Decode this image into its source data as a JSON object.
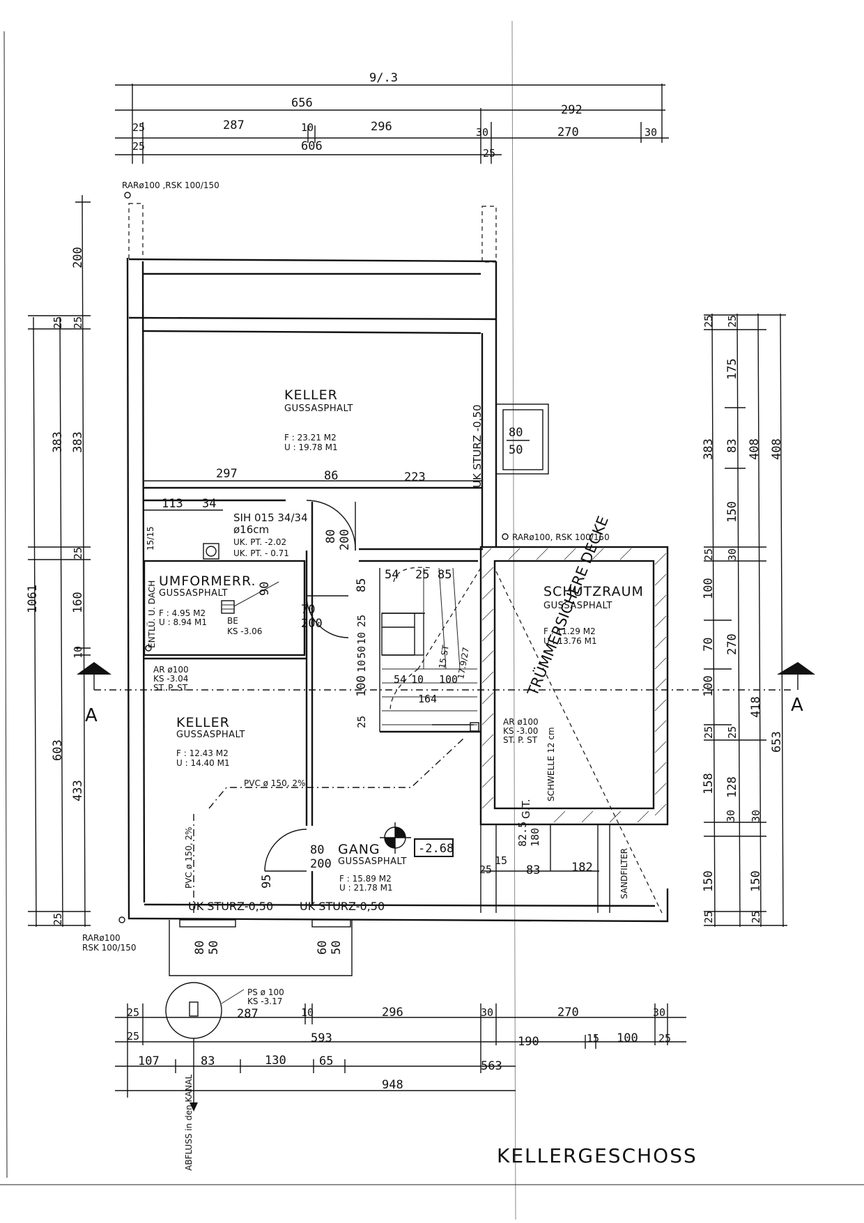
{
  "top_dims": {
    "row1": "9/.3",
    "row2": [
      "656",
      "292"
    ],
    "row3": [
      "25",
      "287",
      "10",
      "296",
      "30",
      "270",
      "30"
    ],
    "row4": [
      "25",
      "606",
      "25"
    ]
  },
  "bottom_dims": {
    "row1": [
      "25",
      "287",
      "10",
      "296",
      "30",
      "270",
      "30"
    ],
    "row2": [
      "25",
      "593",
      "190",
      "15",
      "100",
      "25"
    ],
    "row3": [
      "107",
      "83",
      "130",
      "65",
      "563"
    ],
    "row4": "948"
  },
  "left_dims": {
    "outer": "1061",
    "mid": [
      "25",
      "383",
      "603"
    ],
    "inner": [
      "200",
      "25",
      "383",
      "25",
      "160",
      "10",
      "433",
      "25"
    ]
  },
  "right_dims": {
    "col1": [
      "25",
      "175",
      "83",
      "150",
      "25",
      "100",
      "70",
      "100",
      "25",
      "158",
      "30",
      "150",
      "25"
    ],
    "col1_large": "383",
    "col2": [
      "25",
      "408",
      "30",
      "270",
      "25",
      "128",
      "30",
      "150",
      "25"
    ],
    "col3": [
      "408",
      "418",
      "653"
    ]
  },
  "rooms": {
    "keller_top": {
      "name": "KELLER",
      "floor": "GUSSASPHALT",
      "f": "F : 23.21 M2",
      "u": "U : 19.78 M1"
    },
    "umformer": {
      "name": "UMFORMERR.",
      "floor": "GUSSASPHALT",
      "f": "F : 4.95 M2",
      "u": "U : 8.94 M1"
    },
    "keller_left": {
      "name": "KELLER",
      "floor": "GUSSASPHALT",
      "f": "F : 12.43 M2",
      "u": "U : 14.40 M1"
    },
    "gang": {
      "name": "GANG",
      "floor": "GUSSASPHALT",
      "f": "F : 15.89 M2",
      "u": "U : 21.78 M1"
    },
    "schutzraum": {
      "name": "SCHUTZRAUM",
      "floor": "GUSSASPHALT",
      "f": "F : 11.29 M2",
      "u": "U : 13.76 M1"
    }
  },
  "annotations": {
    "rar_top": "RARø100 ,RSK 100/150",
    "rar_right": "RARø100, RSK 100/150",
    "rar_bottom_1": "RARø100",
    "rar_bottom_2": "RSK 100/150",
    "sih_1": "SIH 015 34/34",
    "sih_2": "ø16cm",
    "ukpt_1": "UK. PT. -2.02",
    "ukpt_2": "UK. PT. - 0.71",
    "uk_sturz_vertical": "UK STURZ -0,50",
    "uk_sturz_bottom_1": "UK STURZ-0,50",
    "uk_sturz_bottom_2": "UK STURZ-0,50",
    "entlu": "ENTLÜ. U. DACH",
    "be": "BE",
    "ks_306": "KS -3.06",
    "ar_left": [
      "AR ø100",
      "KS -3.04",
      "ST. P. ST"
    ],
    "ar_right": [
      "AR ø100",
      "KS -3.00",
      "ST. P. ST"
    ],
    "pvc_h": "PVC ø 150, 2%",
    "pvc_v": "PVC ø 150, 2%",
    "ps": [
      "PS ø 100",
      "KS -3.17"
    ],
    "abfluss": "ABFLUSS in den KANAL",
    "level": "-2.68",
    "truemmer": "TRÜMMERSICHERE DECKE",
    "schwelle": "SCHWELLE 12 cm",
    "gt": "G.T.",
    "sandfilter": "SANDFILTER",
    "stairs": [
      "17.9/27",
      "15 ST"
    ],
    "section": "A",
    "title": "KELLERGESCHOSS"
  },
  "openings": {
    "win_top_right": [
      "80",
      "50"
    ],
    "win_bottom_1": [
      "80",
      "50"
    ],
    "win_bottom_2": [
      "60",
      "50"
    ],
    "door_top": [
      "80",
      "200"
    ],
    "door_umformer": [
      "70",
      "200"
    ],
    "door_gang": [
      "80",
      "200"
    ]
  },
  "inner_dims": {
    "keller_split": [
      "297",
      "86",
      "223"
    ],
    "sih_split": [
      "113",
      "34"
    ],
    "stair_top": [
      "54",
      "25",
      "85"
    ],
    "stair_left": [
      "85",
      "25",
      "10",
      "50",
      "10",
      "100",
      "25"
    ],
    "stair_bottom": [
      "54",
      "10",
      "100",
      "164"
    ],
    "door_90": "90",
    "door_95": "95",
    "gang_bottom": [
      "25",
      "15",
      "83",
      "182"
    ],
    "schwelle_side": [
      "82.5",
      "180"
    ],
    "pt_15_15": "15/15"
  }
}
